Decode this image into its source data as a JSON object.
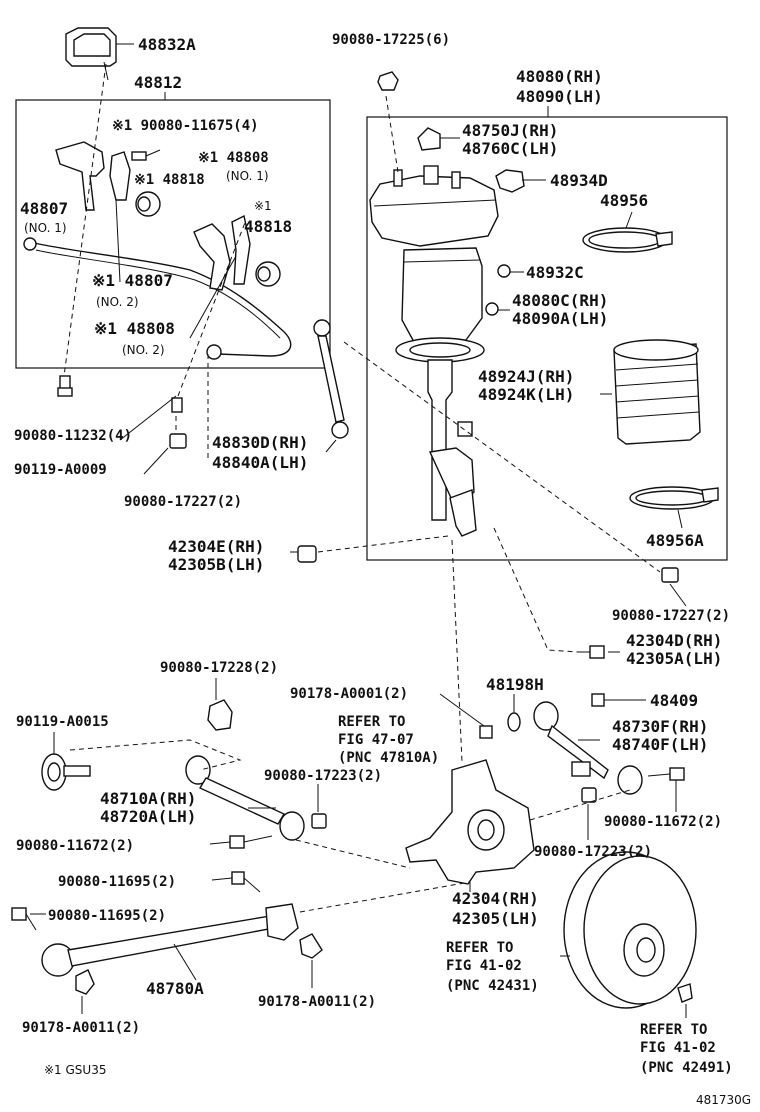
{
  "diagram_id": "481730G",
  "footnote": "※1 GSU35",
  "callouts": {
    "c48832A": "48832A",
    "c48812": "48812",
    "c90080_11675": "※1 90080-11675(4)",
    "c48808_no1_num": "※1 48808",
    "c48808_no1_sub": "(NO. 1)",
    "c48818_a": "※1 48818",
    "c48807_no1_num": "48807",
    "c48807_no1_sub": "(NO. 1)",
    "c48818_b": "48818",
    "c48818_b_mark": "※1",
    "c48807_no2_num": "※1 48807",
    "c48807_no2_sub": "(NO. 2)",
    "c48808_no2_num": "※1 48808",
    "c48808_no2_sub": "(NO. 2)",
    "c90080_11232": "90080-11232(4)",
    "c90119_A0009": "90119-A0009",
    "c48830D": "48830D(RH)",
    "c48840A": "48840A(LH)",
    "c90080_17227_a": "90080-17227(2)",
    "c90080_17225": "90080-17225(6)",
    "c48080": "48080(RH)",
    "c48090": "48090(LH)",
    "c48750J": "48750J(RH)",
    "c48760C": "48760C(LH)",
    "c48934D": "48934D",
    "c48956": "48956",
    "c48932C": "48932C",
    "c48080C": "48080C(RH)",
    "c48090A": "48090A(LH)",
    "c48924J": "48924J(RH)",
    "c48924K": "48924K(LH)",
    "c48956A": "48956A",
    "c42304E": "42304E(RH)",
    "c42305B": "42305B(LH)",
    "c90080_17227_b": "90080-17227(2)",
    "c42304D": "42304D(RH)",
    "c42305A": "42305A(LH)",
    "c90080_17228": "90080-17228(2)",
    "c90178_A0001": "90178-A0001(2)",
    "c48198H": "48198H",
    "c48409": "48409",
    "c90119_A0015": "90119-A0015",
    "refer1_a": "REFER TO",
    "refer1_b": "FIG 47-07",
    "refer1_c": "(PNC 47810A)",
    "c48730F": "48730F(RH)",
    "c48740F": "48740F(LH)",
    "c48710A": "48710A(RH)",
    "c48720A": "48720A(LH)",
    "c90080_17223_a": "90080-17223(2)",
    "c90080_11672_a": "90080-11672(2)",
    "c90080_11672_b": "90080-11672(2)",
    "c90080_17223_b": "90080-17223(2)",
    "c90080_11695_a": "90080-11695(2)",
    "c90080_11695_b": "90080-11695(2)",
    "c42304": "42304(RH)",
    "c42305": "42305(LH)",
    "refer2_a": "REFER TO",
    "refer2_b": "FIG 41-02",
    "refer2_c": "(PNC 42431)",
    "c48780A": "48780A",
    "c90178_A0011_a": "90178-A0011(2)",
    "c90178_A0011_b": "90178-A0011(2)",
    "refer3_a": "REFER TO",
    "refer3_b": "FIG 41-02",
    "refer3_c": "(PNC 42491)"
  }
}
